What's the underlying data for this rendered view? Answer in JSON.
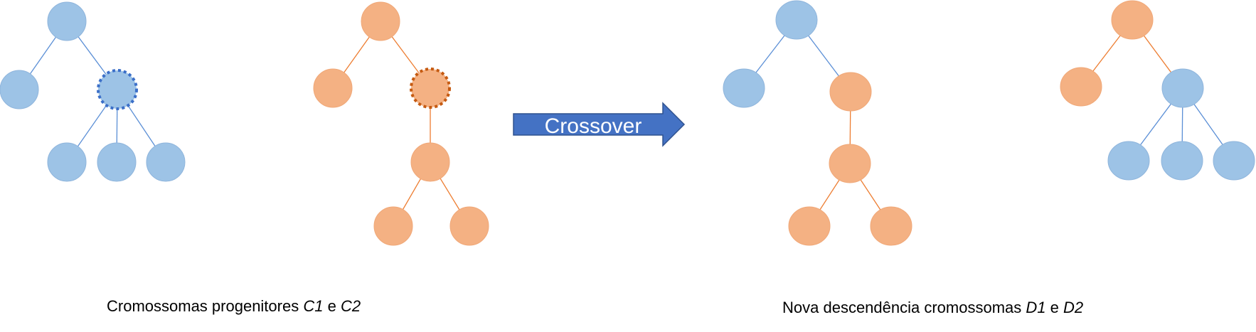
{
  "colors": {
    "blue_fill": "#9dc3e6",
    "blue_stroke": "#8fb5dc",
    "blue_edge": "#5b8fd6",
    "blue_dashed": "#3b6fc8",
    "orange_fill": "#f4b183",
    "orange_stroke": "#f0a878",
    "orange_edge": "#ed7d31",
    "orange_dashed": "#c55a11",
    "arrow_fill": "#4472c4",
    "arrow_stroke": "#2f528f"
  },
  "arrow": {
    "label": "Crossover"
  },
  "captions": {
    "parents": {
      "prefix": "Cromossomas progenitores ",
      "first": "C1",
      "middle": " e ",
      "second": "C2"
    },
    "offspring": {
      "prefix": "Nova descendência cromossomas ",
      "first": "D1",
      "middle": " e ",
      "second": "D2"
    }
  }
}
